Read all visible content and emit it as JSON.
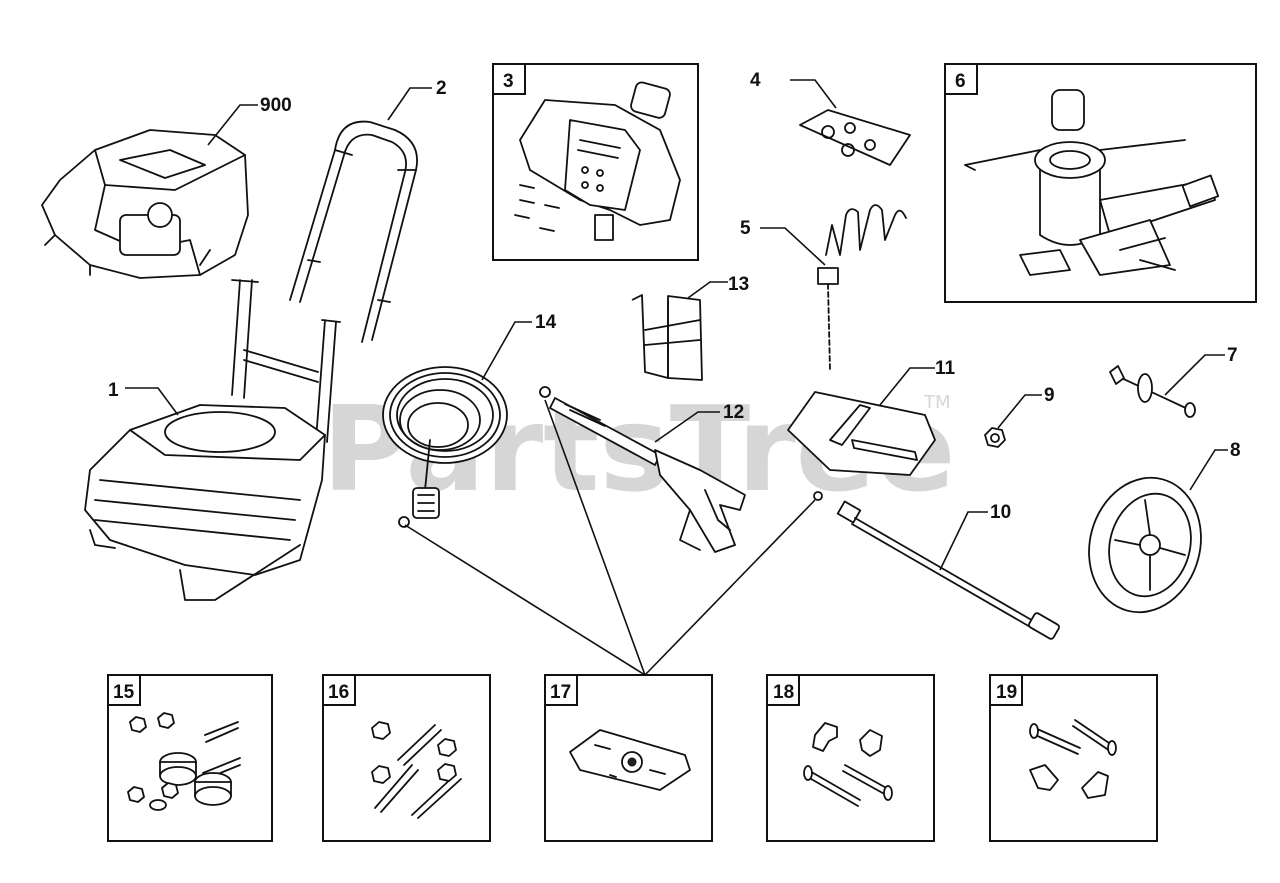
{
  "watermark": {
    "text": "PartsTree",
    "trademark": "TM"
  },
  "callouts": {
    "p900": "900",
    "p1": "1",
    "p2": "2",
    "p3": "3",
    "p4": "4",
    "p5": "5",
    "p6": "6",
    "p7": "7",
    "p8": "8",
    "p9": "9",
    "p10": "10",
    "p11": "11",
    "p12": "12",
    "p13": "13",
    "p14": "14",
    "p15": "15",
    "p16": "16",
    "p17": "17",
    "p18": "18",
    "p19": "19"
  }
}
